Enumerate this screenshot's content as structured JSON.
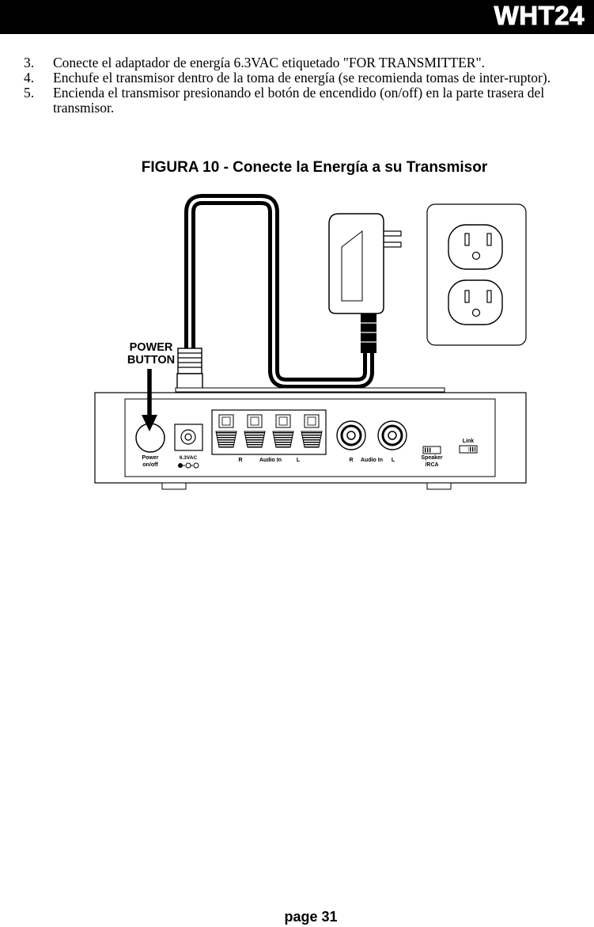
{
  "header": {
    "title": "WHT24"
  },
  "steps": [
    {
      "number": "3.",
      "text": "Conecte el adaptador de energía 6.3VAC etiquetado \"FOR TRANSMITTER\"."
    },
    {
      "number": "4.",
      "text": "Enchufe el transmisor dentro de la toma de energía (se recomienda tomas de inter-ruptor)."
    },
    {
      "number": "5.",
      "text": "Encienda el transmisor presionando el botón de encendido (on/off) en la parte trasera del transmisor."
    }
  ],
  "figure": {
    "title": "FIGURA 10 - Conecte la Energía a su Transmisor",
    "callout_line1": "POWER",
    "callout_line2": "BUTTON",
    "power_label_1": "Power",
    "power_label_2": "on/off",
    "dc_label": "6.3VAC",
    "audio_left_r": "R",
    "audio_left_label": "Audio In",
    "audio_left_l": "L",
    "audio_right_r": "R",
    "audio_right_label": "Audio In",
    "audio_right_l": "L",
    "speaker_label_1": "Speaker",
    "speaker_label_2": "/RCA",
    "link_label": "Link"
  },
  "footer": {
    "page": "page 31"
  }
}
